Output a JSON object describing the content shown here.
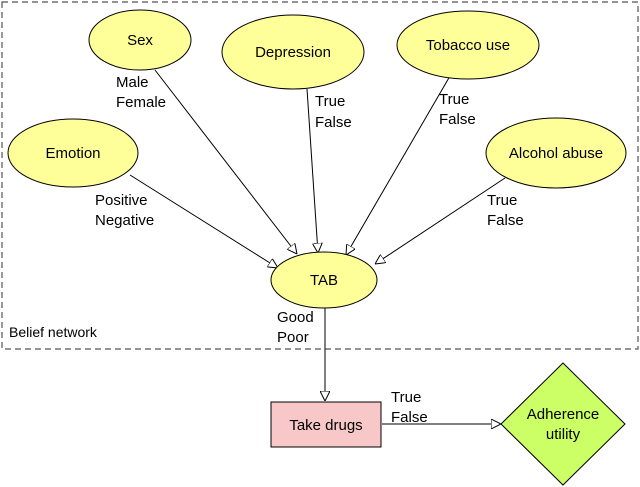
{
  "colors": {
    "chance_node_fill": "#ffff99",
    "decision_node_fill": "#f8c8c8",
    "utility_node_fill": "#ccff66",
    "stroke": "#000000",
    "frame": "#555555"
  },
  "frame": {
    "label": "Belief network"
  },
  "nodes": {
    "sex": {
      "label": "Sex",
      "states": [
        "Male",
        "Female"
      ]
    },
    "depression": {
      "label": "Depression",
      "states": [
        "True",
        "False"
      ]
    },
    "tobacco": {
      "label": "Tobacco use",
      "states": [
        "True",
        "False"
      ]
    },
    "emotion": {
      "label": "Emotion",
      "states": [
        "Positive",
        "Negative"
      ]
    },
    "alcohol": {
      "label": "Alcohol abuse",
      "states": [
        "True",
        "False"
      ]
    },
    "tab": {
      "label": "TAB",
      "states": [
        "Good",
        "Poor"
      ]
    },
    "take_drugs": {
      "label": "Take drugs",
      "states": [
        "True",
        "False"
      ]
    },
    "adherence": {
      "label_lines": [
        "Adherence",
        "utility"
      ]
    }
  }
}
